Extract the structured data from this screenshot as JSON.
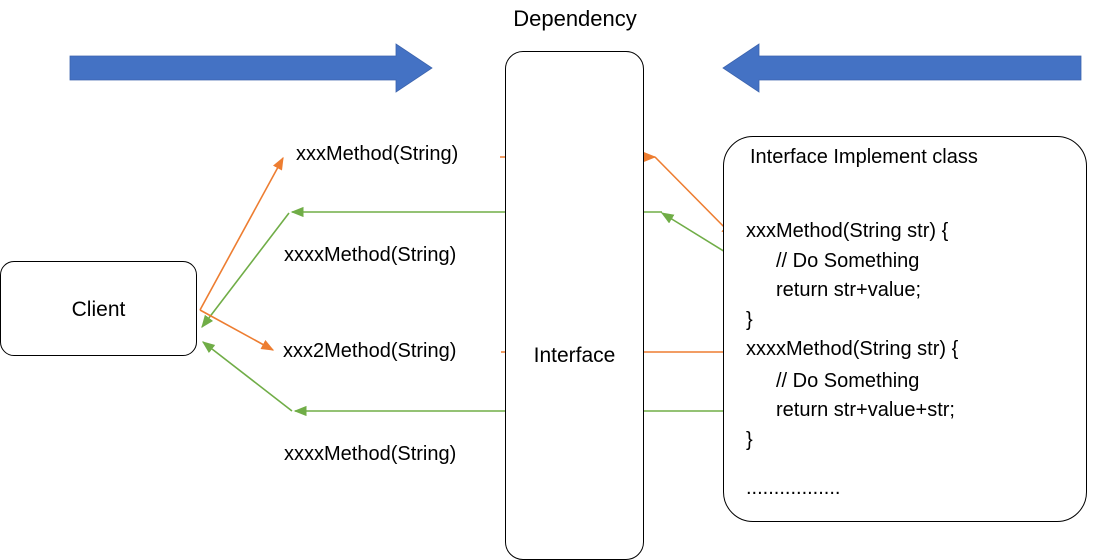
{
  "diagram": {
    "title": "Dependency",
    "colors": {
      "arrow_blue": "#4472C4",
      "call_orange": "#ED7D31",
      "return_green": "#70AD47",
      "outline_black": "#000000",
      "background": "#FFFFFF"
    },
    "top_arrows": [
      {
        "name": "left-to-right-dependency-arrow",
        "direction": "right",
        "color": "#4472C4"
      },
      {
        "name": "right-to-left-dependency-arrow",
        "direction": "left",
        "color": "#4472C4"
      }
    ],
    "client": {
      "label": "Client"
    },
    "interface": {
      "label": "Interface"
    },
    "implementation": {
      "title": "Interface Implement class",
      "body": [
        "xxxMethod(String str) {",
        "// Do Something",
        "return str+value;",
        "}",
        "xxxxMethod(String str) {",
        "// Do Something",
        "return str+value+str;",
        "}"
      ],
      "ellipsis": "................."
    },
    "method_labels": [
      {
        "name": "method-label-1",
        "text": "xxxMethod(String)",
        "kind": "call"
      },
      {
        "name": "method-label-2",
        "text": "xxxxMethod(String)",
        "kind": "return"
      },
      {
        "name": "method-label-3",
        "text": "xxx2Method(String)",
        "kind": "call"
      },
      {
        "name": "method-label-4",
        "text": "xxxxMethod(String)",
        "kind": "return"
      }
    ],
    "connectors": [
      {
        "name": "call-arrow-1",
        "color": "#ED7D31",
        "from": "client",
        "to": "method-label-1"
      },
      {
        "name": "call-arrow-1-into-interface",
        "color": "#ED7D31",
        "from": "method-label-1",
        "to": "interface"
      },
      {
        "name": "call-arrow-1-into-impl",
        "color": "#ED7D31",
        "from": "interface",
        "to": "impl-method-1"
      },
      {
        "name": "return-arrow-1",
        "color": "#70AD47",
        "from": "impl-method-1",
        "to": "client"
      },
      {
        "name": "call-arrow-2",
        "color": "#ED7D31",
        "from": "client",
        "to": "method-label-3"
      },
      {
        "name": "call-arrow-2-into-impl",
        "color": "#ED7D31",
        "from": "method-label-3",
        "to": "impl-method-2"
      },
      {
        "name": "return-arrow-2",
        "color": "#70AD47",
        "from": "impl-method-2",
        "to": "client"
      }
    ]
  }
}
